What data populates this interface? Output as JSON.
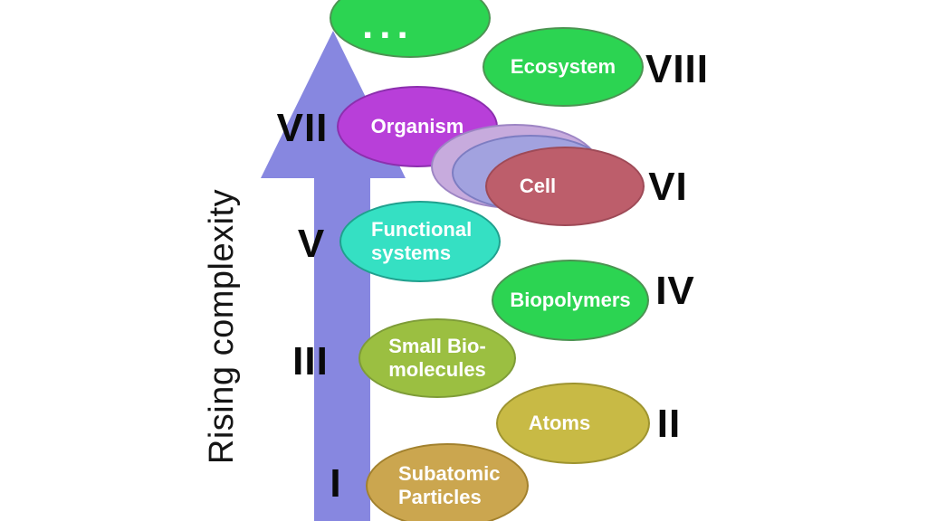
{
  "axis": {
    "label": "Rising complexity"
  },
  "arrow": {
    "color": "#8787e0"
  },
  "levels": [
    {
      "numeral": "I",
      "label": "Subatomic\nParticles",
      "fill": "#cba64f",
      "border": "#a2812e"
    },
    {
      "numeral": "II",
      "label": "Atoms",
      "fill": "#c8ba45",
      "border": "#9e9430"
    },
    {
      "numeral": "III",
      "label": "Small Bio-\nmolecules",
      "fill": "#9bbf41",
      "border": "#7e9c38"
    },
    {
      "numeral": "IV",
      "label": "Biopolymers",
      "fill": "#2cd452",
      "border": "#4c9352"
    },
    {
      "numeral": "V",
      "label": "Functional\nsystems",
      "fill": "#35e0c3",
      "border": "#20a08e"
    },
    {
      "numeral": "VI",
      "label": "Cell",
      "fill": "#bd5e6b",
      "border": "#9e4a57",
      "stack": {
        "back_fill": "#c7abdd",
        "back_border": "#9d85c4",
        "mid_fill": "#a2a2df",
        "mid_border": "#7d7dc2"
      }
    },
    {
      "numeral": "VII",
      "label": "Organism",
      "fill": "#b83fd9",
      "border": "#8c2fae"
    },
    {
      "numeral": "VIII",
      "label": "Ecosystem",
      "fill": "#2cd452",
      "border": "#4c9352"
    },
    {
      "numeral": "",
      "label": "...",
      "fill": "#2cd452",
      "border": "#4c9352"
    }
  ]
}
